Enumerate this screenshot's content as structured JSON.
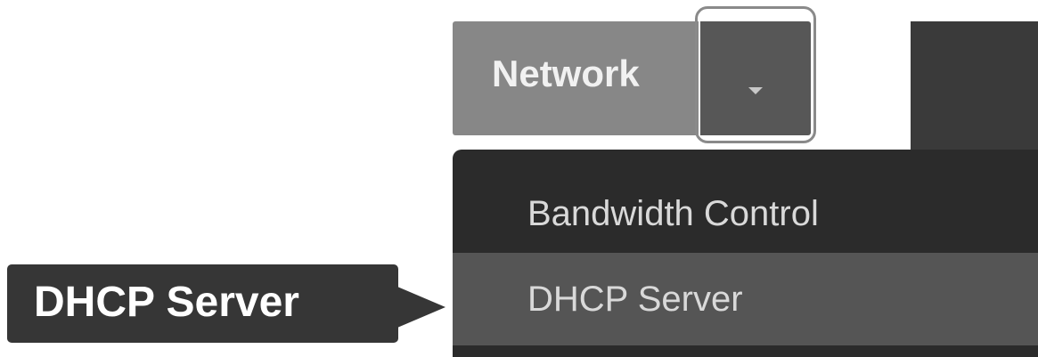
{
  "toolbar": {
    "network_label": "Network",
    "dropdown_icon": "caret-down-icon"
  },
  "dropdown_menu": {
    "items": [
      {
        "label": "Bandwidth Control",
        "highlighted": false
      },
      {
        "label": "DHCP Server",
        "highlighted": true
      }
    ]
  },
  "callout": {
    "label": "DHCP Server"
  },
  "colors": {
    "network_button": "#878787",
    "dropdown_toggle": "#575757",
    "menu_background": "#2b2b2b",
    "menu_highlight": "#555555",
    "callout_background": "#363636",
    "header_dark": "#3a3a3a"
  }
}
